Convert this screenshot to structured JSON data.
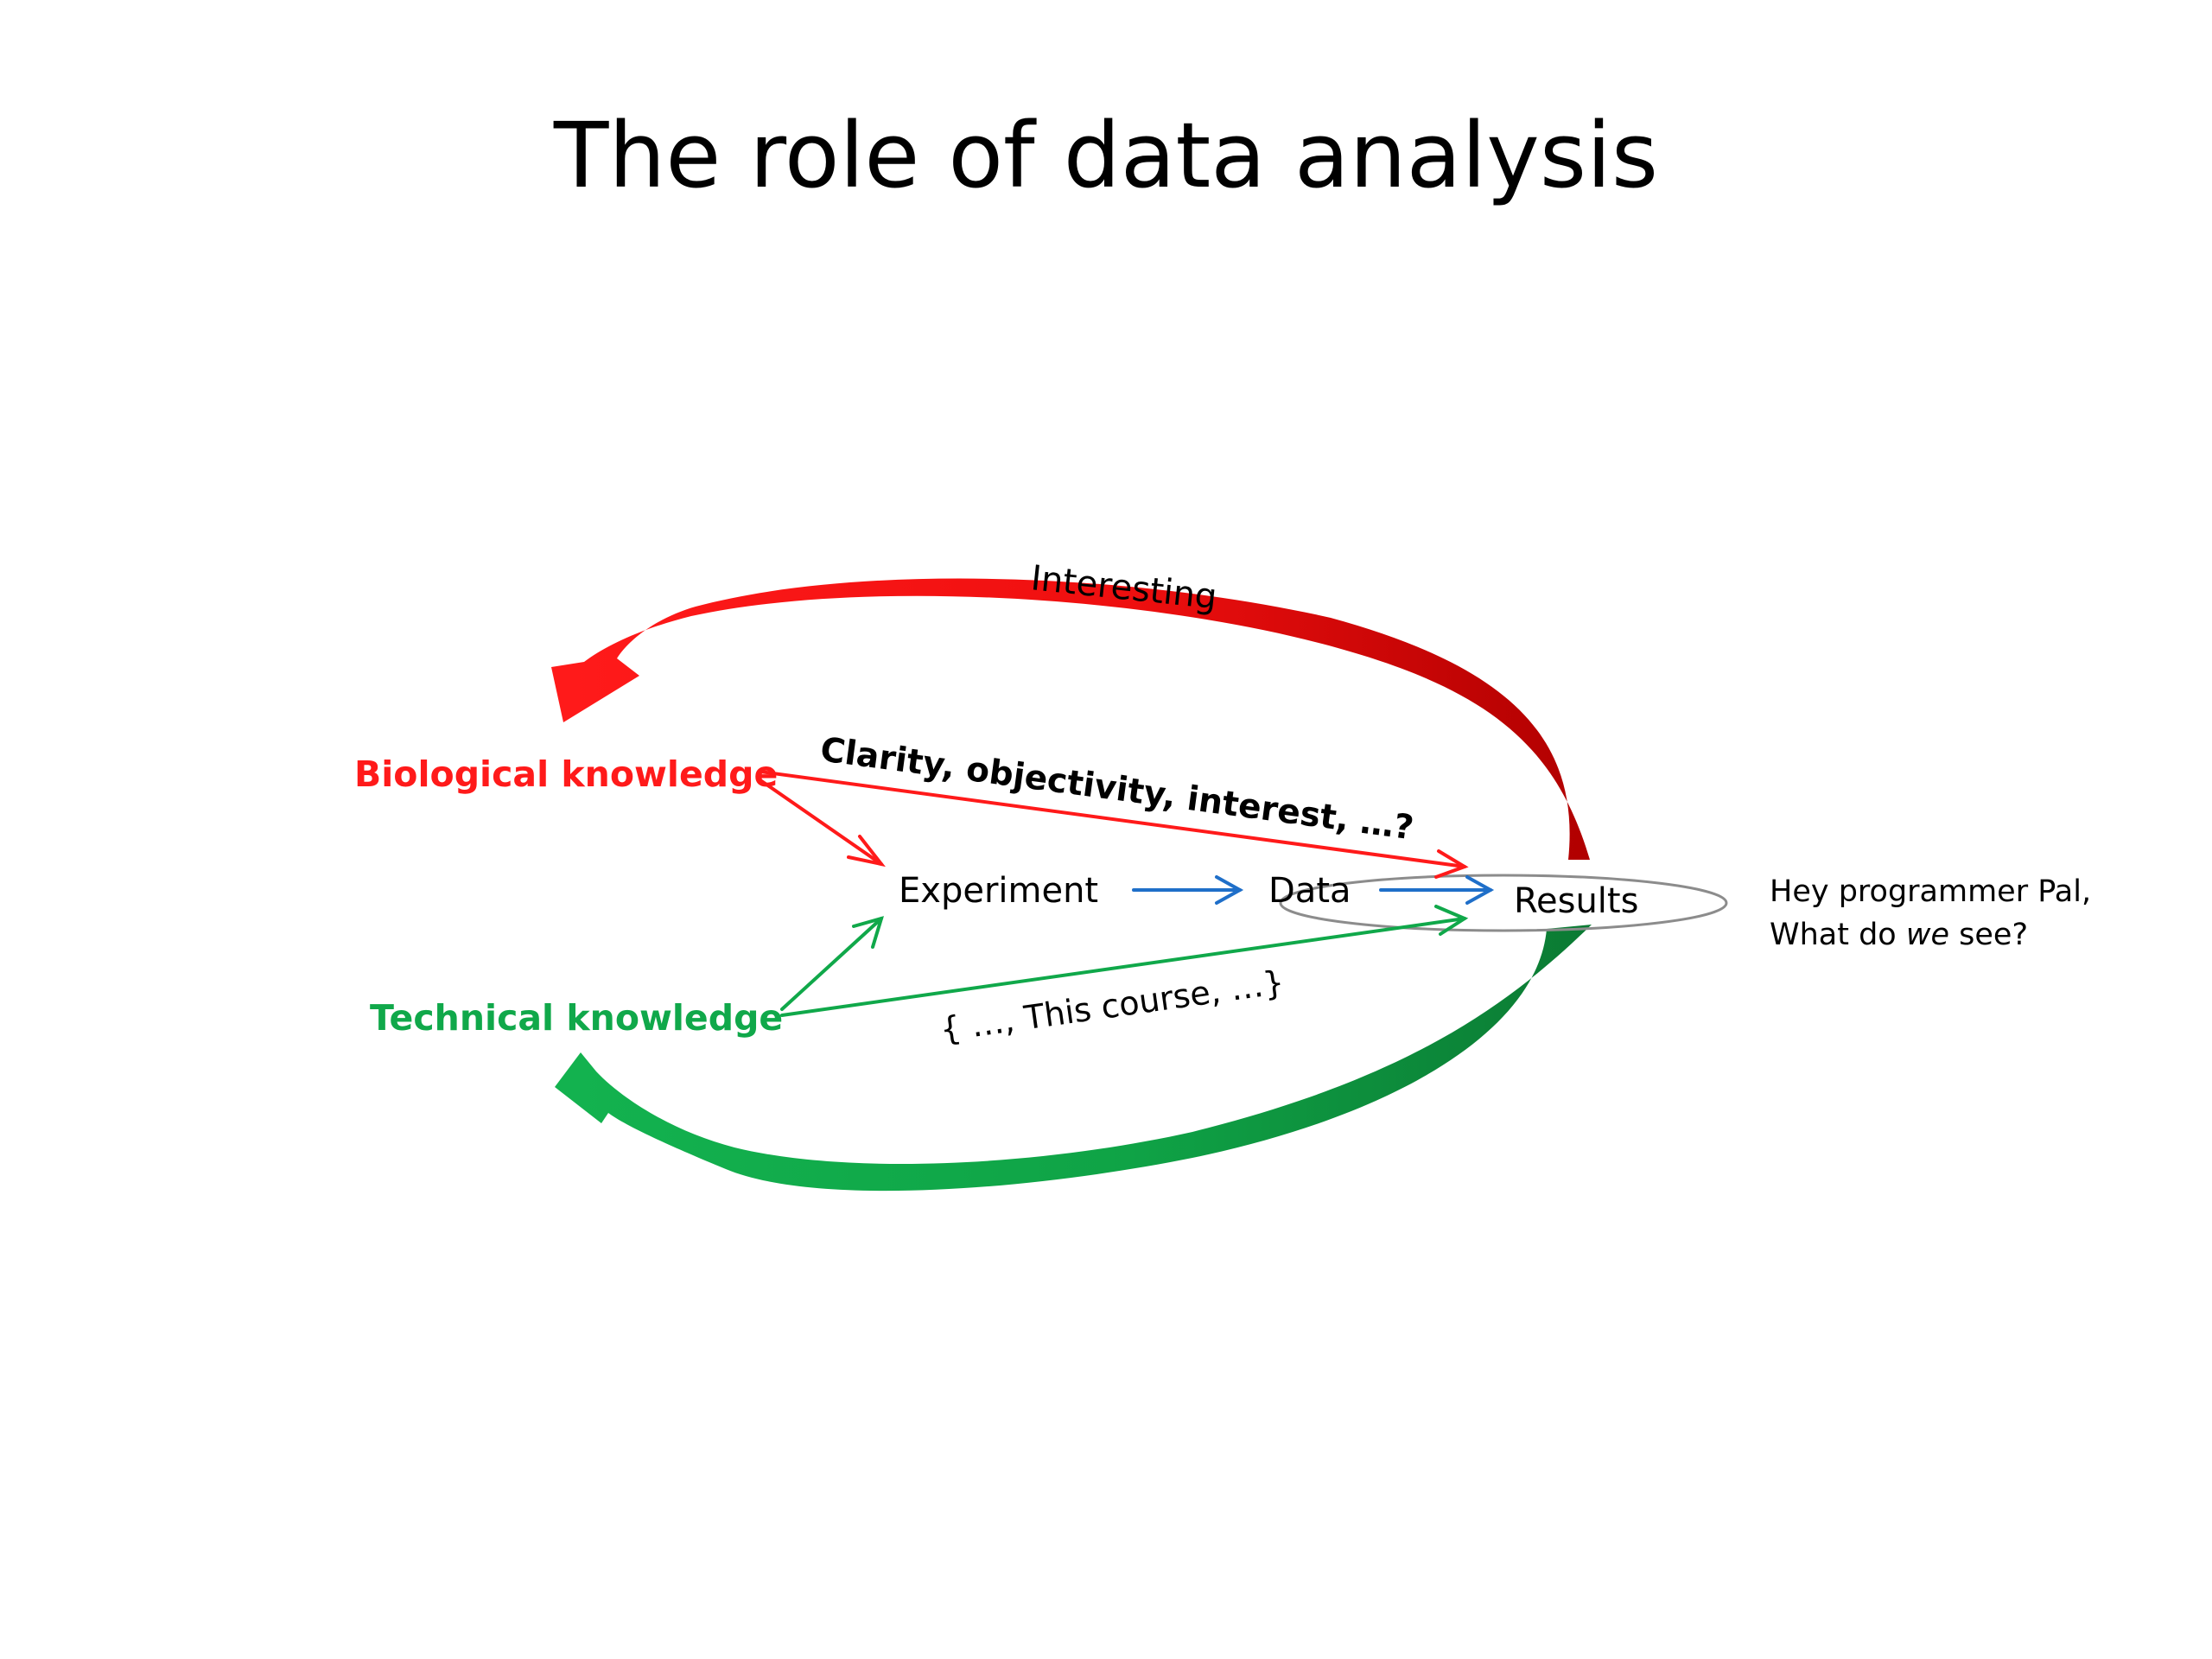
{
  "title": "The role of data analysis",
  "nodes": {
    "biological": "Biological knowledge",
    "technical": "Technical knowledge",
    "experiment": "Experiment",
    "data": "Data",
    "results": "Results"
  },
  "edge_labels": {
    "interesting": "Interesting",
    "clarity": "Clarity, objectivity, interest, …?",
    "course": "{ …, This course, …}"
  },
  "note": {
    "line1": "Hey programmer Pal,",
    "line2_prefix": "What do ",
    "line2_emphasis": "we",
    "line2_suffix": " see?"
  },
  "colors": {
    "biological": "#ff1a1a",
    "technical": "#10a84a",
    "process": "#1f6fc9",
    "results_ellipse": "#8c8c8c",
    "loop_red_dark": "#b00000",
    "loop_green_dark": "#0b7a33"
  }
}
